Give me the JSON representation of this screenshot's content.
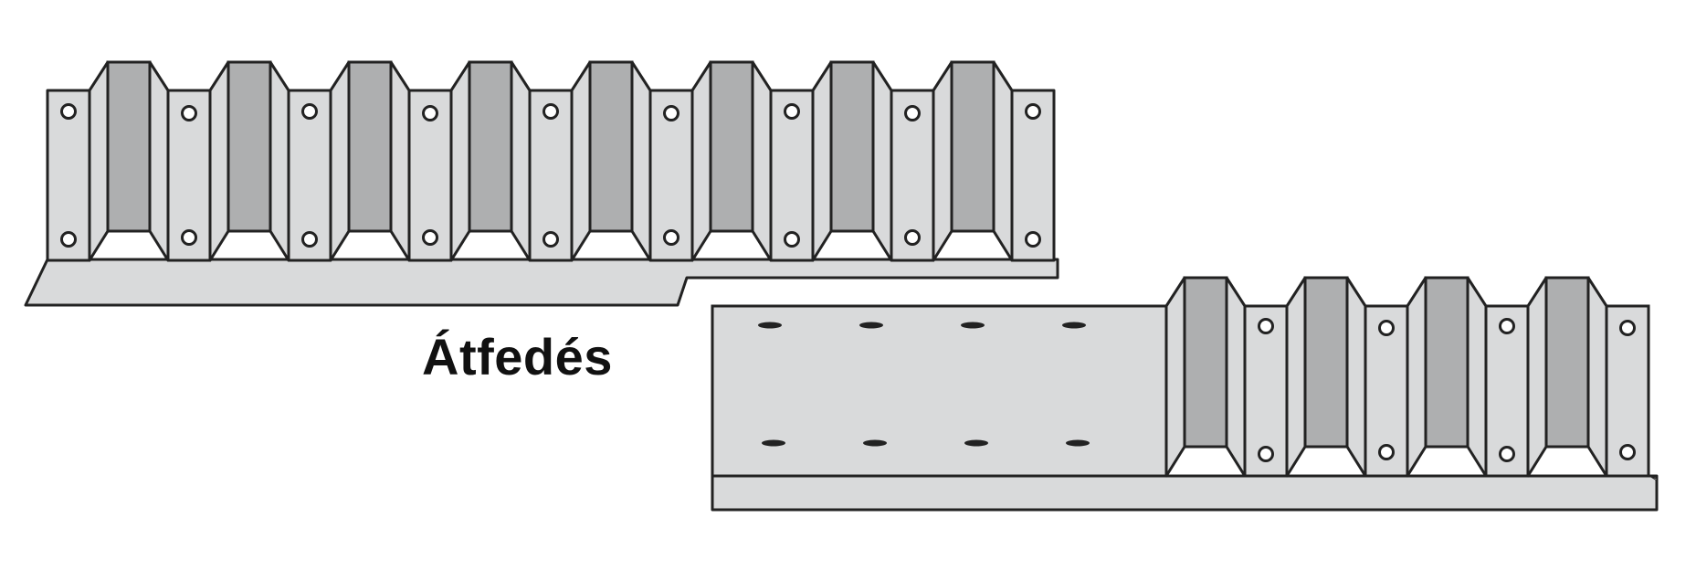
{
  "label": "Átfedés",
  "colors": {
    "stroke": "#222222",
    "light_fill": "#d9dadb",
    "dark_fill": "#aeafb0",
    "hole_fill": "#ffffff",
    "slot_fill": "#222222",
    "background": "#ffffff"
  },
  "sheets": [
    {
      "name": "upper-sheet",
      "ribs": 8
    },
    {
      "name": "lower-sheet",
      "ribs": 4,
      "perforated_rows": 2,
      "slots_per_row": 4
    }
  ]
}
